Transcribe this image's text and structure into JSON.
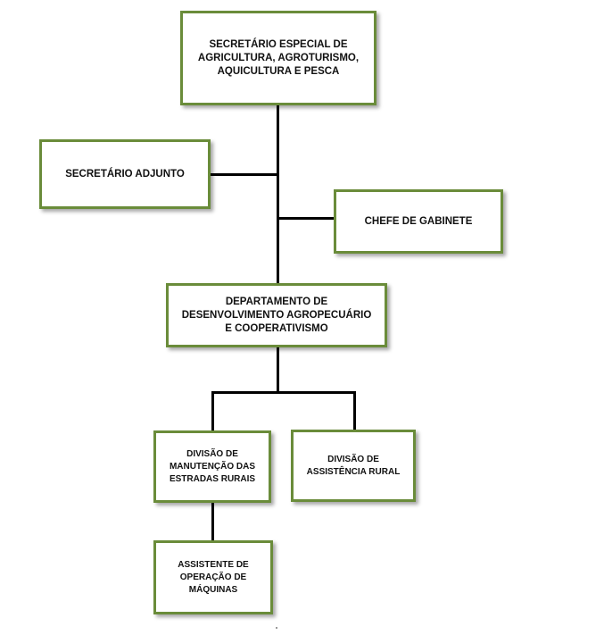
{
  "org_chart": {
    "secretario_especial": "SECRETÁRIO ESPECIAL DE\nAGRICULTURA, AGROTURISMO,\nAQUICULTURA E PESCA",
    "secretario_adjunto": "SECRETÁRIO ADJUNTO",
    "chefe_gabinete": "CHEFE DE GABINETE",
    "departamento": "DEPARTAMENTO DE\nDESENVOLVIMENTO AGROPECUÁRIO\nE COOPERATIVISMO",
    "divisao_manutencao": "DIVISÃO  DE\nMANUTENÇÃO DAS\nESTRADAS  RURAIS",
    "divisao_assistencia": "DIVISÃO  DE\nASSISTÊNCIA  RURAL",
    "assistente_operacao": "ASSISTENTE  DE\nOPERAÇÃO DE\nMÁQUINAS"
  },
  "colors": {
    "box_border": "#6a8c3a",
    "connector": "#000000"
  }
}
